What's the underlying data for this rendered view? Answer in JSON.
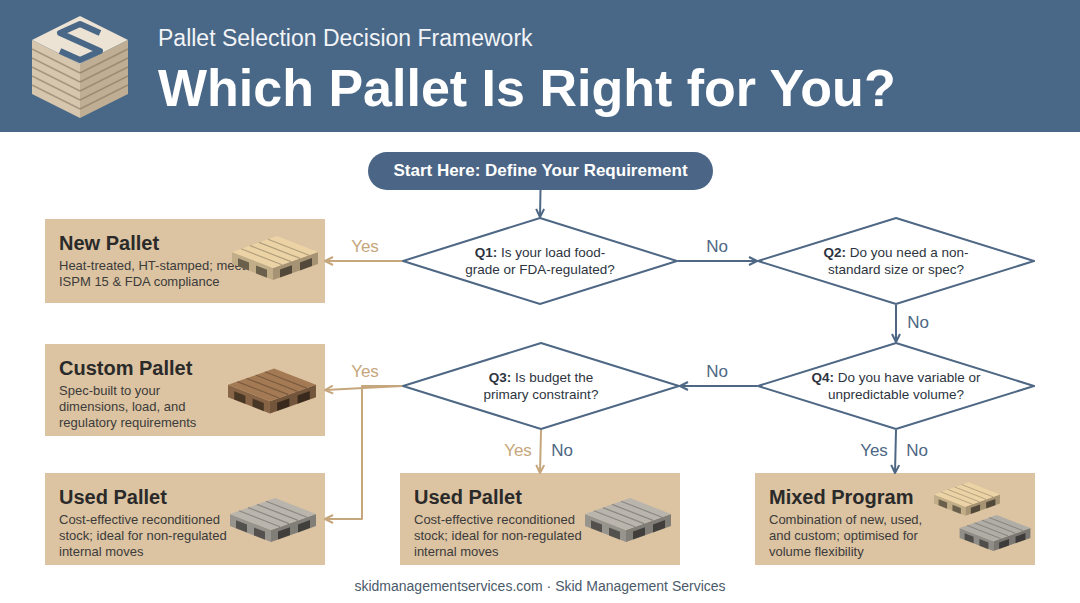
{
  "diagram": {
    "title": "Which Pallet Is Right for You?",
    "caption": "skidmanagementservices.com · Skid Management Services",
    "nodes": [
      {
        "text": [
          "Start Here: Define Your Requirement"
        ]
      },
      {
        "text": [
          "New Pallet",
          "Heat-treated, HT-stamped; meets ISPM 15 & FDA compliance"
        ]
      },
      {
        "text": [
          "Q1:",
          "Is your load food-grade or FDA-regulated?"
        ]
      },
      {
        "text": [
          "Q2:",
          "Do you need a non-standard size or spec?"
        ]
      },
      {
        "text": [
          "Custom Pallet",
          "Spec-built to your dimensions, load, and regulatory requirements"
        ]
      },
      {
        "text": [
          "Q3:",
          "Is budget the primary constraint?"
        ]
      },
      {
        "text": [
          "Q4:",
          "Do you have variable or unpredictable volume?"
        ]
      },
      {
        "text": [
          "Used Pallet",
          "Cost-effective reconditioned stock; ideal for non-regulated internal moves"
        ]
      },
      {
        "text": [
          "Used Pallet",
          "Cost-effective reconditioned stock; ideal for non-regulated internal moves"
        ]
      },
      {
        "text": [
          "Mixed Program",
          "Combination of new, used, and custom; optimised for volume flexibility"
        ]
      }
    ],
    "edges": [
      {
        "from": 0,
        "to": 2,
        "arrow": "to"
      },
      {
        "from": 2,
        "to": 1,
        "label": "Yes",
        "arrow": "to"
      },
      {
        "from": 2,
        "to": 3,
        "label": "No",
        "arrow": "to"
      },
      {
        "from": 3,
        "to": 6,
        "label": "No",
        "arrow": "to"
      },
      {
        "from": 6,
        "to": 5,
        "label": "No",
        "arrow": "to"
      },
      {
        "from": 5,
        "to": 4,
        "label": "Yes",
        "arrow": "to"
      },
      {
        "from": 5,
        "to": 7,
        "arrow": "to"
      },
      {
        "from": 5,
        "to": 8,
        "label": "Yes",
        "arrow": "to"
      },
      {
        "from": 6,
        "to": 9,
        "label": "Yes",
        "arrow": "to"
      }
    ],
    "labels": [
      "Pallet Selection Decision Framework",
      "No",
      "No"
    ]
  }
}
